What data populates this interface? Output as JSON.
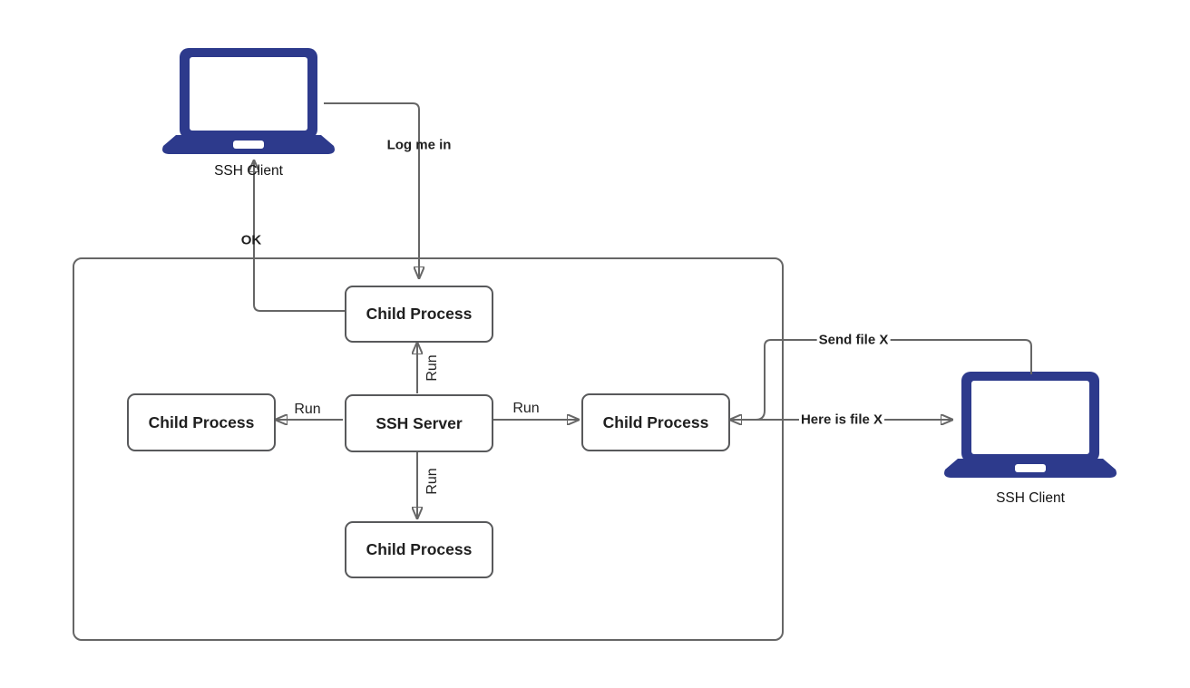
{
  "diagram": {
    "title_hint": "SSH client-server process diagram",
    "colors": {
      "laptop_fill": "#2d3a8c",
      "line": "#666666",
      "box_border": "#58595b",
      "text": "#1f1f1f",
      "background": "#ffffff"
    },
    "nodes": {
      "client_left": {
        "label": "SSH Client"
      },
      "client_right": {
        "label": "SSH Client"
      },
      "server": {
        "label": "SSH Server"
      },
      "child_top": {
        "label": "Child Process"
      },
      "child_left": {
        "label": "Child Process"
      },
      "child_right": {
        "label": "Child Process"
      },
      "child_bottom": {
        "label": "Child Process"
      }
    },
    "edges": {
      "log_me_in": {
        "label": "Log me in"
      },
      "ok": {
        "label": "OK"
      },
      "run_up": {
        "label": "Run"
      },
      "run_left": {
        "label": "Run"
      },
      "run_right": {
        "label": "Run"
      },
      "run_down": {
        "label": "Run"
      },
      "send_file": {
        "label": "Send file X"
      },
      "here_is_file": {
        "label": "Here is file X"
      }
    },
    "icons": [
      "laptop-icon",
      "laptop-icon"
    ]
  }
}
